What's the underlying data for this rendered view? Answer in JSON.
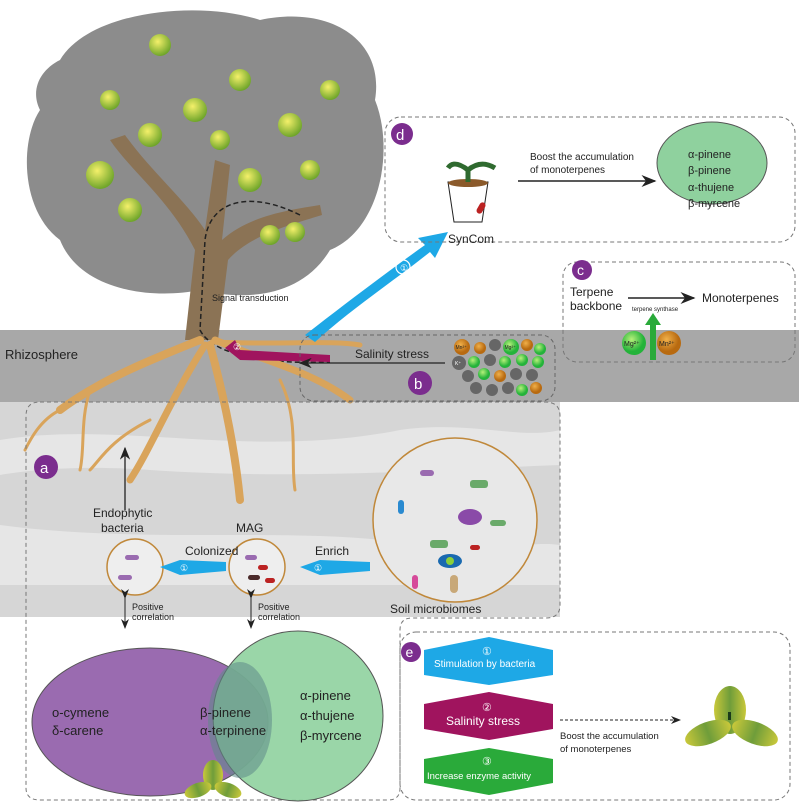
{
  "colors": {
    "panel_label": "#7b2d8e",
    "blue": "#1ea8e6",
    "magenta": "#a0145e",
    "green": "#2aaa3a",
    "venn_purple": "#9a6bb0",
    "venn_green": "#8fd19e",
    "root": "#d9a45b",
    "canopy": "#8c8c8c",
    "rhizosphere": "#a8a8a8",
    "soil": "#d6d6d6"
  },
  "tree": {
    "signal_label": "Signal transduction",
    "step_badge": "②"
  },
  "rhizosphere": {
    "label": "Rhizosphere"
  },
  "panel_a": {
    "badge": "a",
    "endophytic": [
      "Endophytic",
      "bacteria"
    ],
    "mag": "MAG",
    "colonized": "Colonized",
    "enrich": "Enrich",
    "step": "①",
    "soil": "Soil microbiomes",
    "positive": [
      "Positive",
      "correlation"
    ],
    "venn": {
      "left": [
        "o-cymene",
        "δ-carene"
      ],
      "middle": [
        "β-pinene",
        "α-terpinene"
      ],
      "right": [
        "α-pinene",
        "α-thujene",
        "β-myrcene"
      ]
    }
  },
  "panel_b": {
    "badge": "b",
    "salinity": "Salinity stress",
    "ions": [
      "Mn²⁺",
      "Mg²⁺",
      "K⁺"
    ]
  },
  "panel_c": {
    "badge": "c",
    "source": [
      "Terpene",
      "backbone"
    ],
    "enzyme": "terpene synthase",
    "product": "Monoterpenes",
    "mg": "Mg²⁺",
    "mn": "Mn²⁺"
  },
  "panel_d": {
    "badge": "d",
    "syncom": "SynCom",
    "boost": [
      "Boost the accumulation",
      "of monoterpenes"
    ],
    "compounds": [
      "α-pinene",
      "β-pinene",
      "α-thujene",
      "β-myrcene"
    ],
    "step": "①"
  },
  "panel_e": {
    "badge": "e",
    "steps": [
      {
        "num": "①",
        "label": "Stimulation by bacteria"
      },
      {
        "num": "②",
        "label": "Salinity stress"
      },
      {
        "num": "③",
        "label": "Increase enzyme activity"
      }
    ],
    "boost": [
      "Boost the accumulation",
      "of monoterpenes"
    ]
  }
}
